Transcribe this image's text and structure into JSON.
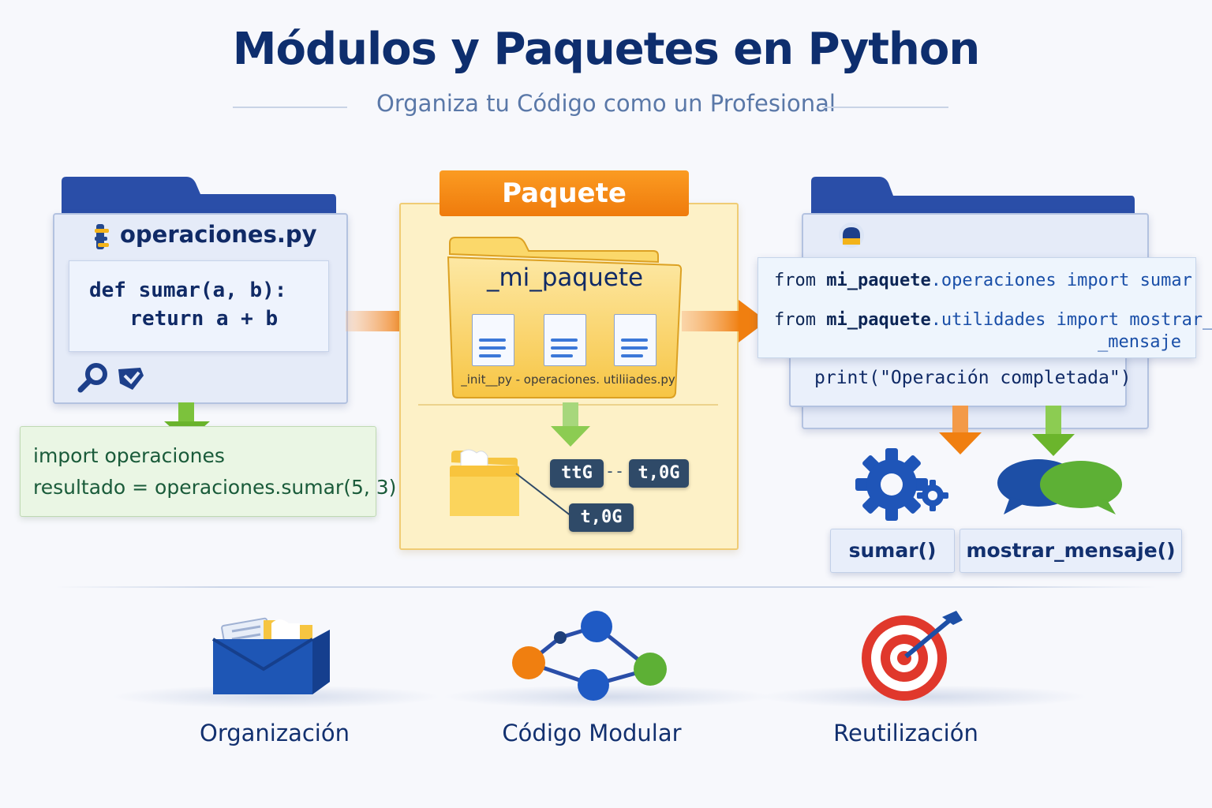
{
  "title": "Módulos y Paquetes en Python",
  "subtitle": "Organiza tu Código como un Profesional",
  "module": {
    "filename": "operaciones.py",
    "code": [
      "def sumar(a, b):",
      "  return a + b"
    ],
    "icon": "python-file-icon",
    "tool_icons": [
      "magnifier-icon",
      "tag-icon"
    ],
    "import_code": [
      "import operaciones",
      "resultado = operaciones.sumar(5, 3)"
    ]
  },
  "package": {
    "header": "Paquete",
    "folder_name": "_mi_paquete",
    "files_caption": "_init__py - operaciones. utiliiades.py",
    "tags": [
      "ttG",
      "t,0G",
      "t,0G"
    ],
    "tag_separator": "--"
  },
  "usage": {
    "imports": [
      {
        "from": "from",
        "module": "mi_paquete",
        "rest": ".operaciones import sumar"
      },
      {
        "from": "from",
        "module": "mi_paquete",
        "rest": ".utilidades import mostrar_",
        "cont": "_mensaje"
      }
    ],
    "print_line": "print(\"Operación completada\")",
    "functions": [
      "sumar()",
      "mostrar_mensaje()"
    ]
  },
  "benefits": [
    {
      "label": "Organización",
      "icon": "box-folder-icon"
    },
    {
      "label": "Código Modular",
      "icon": "network-nodes-icon"
    },
    {
      "label": "Reutilización",
      "icon": "target-icon"
    }
  ],
  "colors": {
    "navy": "#0e2e6e",
    "blue": "#2a4ea8",
    "orange": "#f07f10",
    "green": "#7cc23c",
    "yellow": "#f9c84a"
  }
}
